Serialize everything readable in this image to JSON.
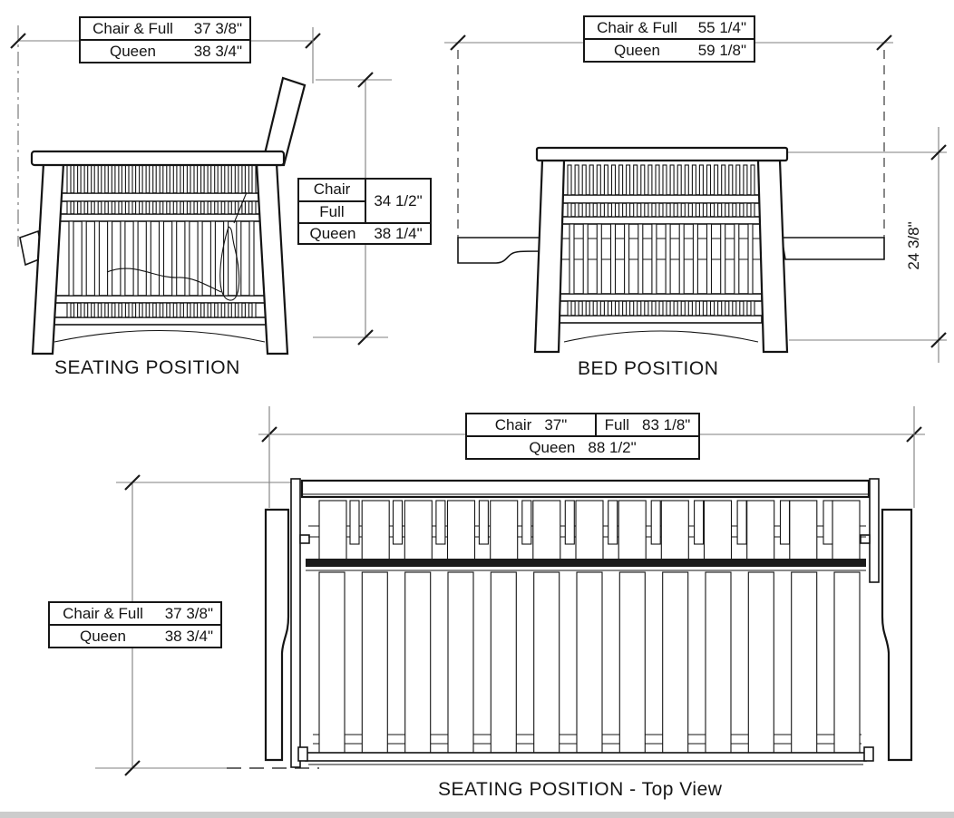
{
  "views": {
    "seating_side": {
      "label": "SEATING POSITION",
      "width_dim": {
        "rows": [
          {
            "label": "Chair & Full",
            "value": "37 3/8\""
          },
          {
            "label": "Queen",
            "value": "38 3/4\""
          }
        ]
      },
      "height_dim": {
        "chair_label": "Chair",
        "full_label": "Full",
        "chair_full_value": "34 1/2\"",
        "queen_label": "Queen",
        "queen_value": "38 1/4\""
      }
    },
    "bed_side": {
      "label": "BED POSITION",
      "width_dim": {
        "rows": [
          {
            "label": "Chair & Full",
            "value": "55 1/4\""
          },
          {
            "label": "Queen",
            "value": "59 1/8\""
          }
        ]
      },
      "depth_dim_value": "24 3/8\""
    },
    "top_view": {
      "label": "SEATING POSITION - Top View",
      "length_dim": {
        "chair_label": "Chair",
        "chair_value": "37\"",
        "full_label": "Full",
        "full_value": "83 1/8\"",
        "queen_label": "Queen",
        "queen_value": "88 1/2\""
      },
      "depth_dim": {
        "rows": [
          {
            "label": "Chair & Full",
            "value": "37 3/8\""
          },
          {
            "label": "Queen",
            "value": "38 3/4\""
          }
        ]
      }
    }
  }
}
